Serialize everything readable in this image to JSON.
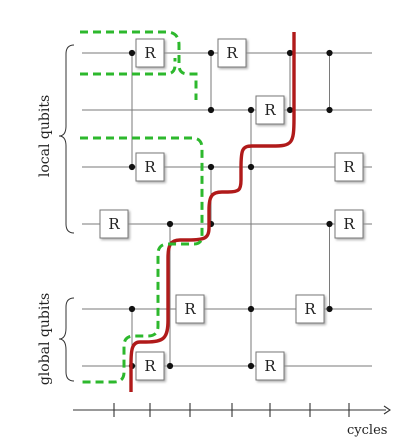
{
  "labels": {
    "local_group": "local qubits",
    "global_group": "global qubits",
    "axis": "cycles"
  },
  "gate_label": "R",
  "colors": {
    "wire": "#7a7a7a",
    "control": "#111111",
    "box_fill": "#ffffff",
    "box_stroke": "#777777",
    "box_shadow": "#bdbdbd",
    "red_path": "#b01a1a",
    "green_path": "#2db82d",
    "axis": "#333333"
  },
  "diagram": {
    "qubit_count": 6,
    "local_qubits": [
      0,
      1,
      2,
      3
    ],
    "global_qubits": [
      4,
      5
    ],
    "cycle_count": 7,
    "r_gates": [
      {
        "qubit": 0,
        "cycle": 1
      },
      {
        "qubit": 0,
        "cycle": 3
      },
      {
        "qubit": 1,
        "cycle": 4
      },
      {
        "qubit": 2,
        "cycle": 1
      },
      {
        "qubit": 2,
        "cycle": 6
      },
      {
        "qubit": 3,
        "cycle": 0
      },
      {
        "qubit": 3,
        "cycle": 6
      },
      {
        "qubit": 4,
        "cycle": 2
      },
      {
        "qubit": 4,
        "cycle": 5
      },
      {
        "qubit": 5,
        "cycle": 1
      },
      {
        "qubit": 5,
        "cycle": 4
      }
    ],
    "cz_gates": [
      {
        "cycle": 0.5,
        "qubits": [
          0,
          2
        ]
      },
      {
        "cycle": 0.5,
        "qubits": [
          4,
          5
        ]
      },
      {
        "cycle": 1.5,
        "qubits": [
          3,
          5
        ]
      },
      {
        "cycle": 2.5,
        "qubits": [
          0,
          1
        ]
      },
      {
        "cycle": 2.5,
        "qubits": [
          2,
          3
        ]
      },
      {
        "cycle": 3.5,
        "qubits": [
          1,
          5
        ]
      },
      {
        "cycle": 3.5,
        "qubits": [
          2,
          4
        ]
      },
      {
        "cycle": 4.5,
        "qubits": [
          0,
          1
        ]
      },
      {
        "cycle": 5.5,
        "qubits": [
          0,
          1
        ]
      },
      {
        "cycle": 5.5,
        "qubits": [
          3,
          4
        ]
      }
    ]
  }
}
